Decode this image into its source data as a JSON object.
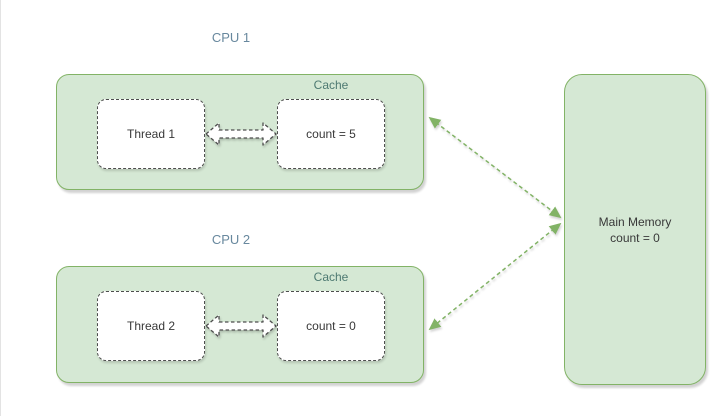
{
  "diagram": {
    "cpu1": {
      "title": "CPU 1",
      "cache_label": "Cache",
      "thread_label": "Thread 1",
      "count_value": "count = 5"
    },
    "cpu2": {
      "title": "CPU 2",
      "cache_label": "Cache",
      "thread_label": "Thread 2",
      "count_value": "count = 0"
    },
    "main_memory": {
      "title": "Main Memory",
      "count_value": "count = 0"
    },
    "colors": {
      "shape_fill": "#d5e8d4",
      "shape_stroke": "#82b366",
      "cpu_title_text": "#68889e",
      "cache_label_text": "#4e7a72",
      "body_text": "#383838",
      "dashed_shape_stroke": "#4d4d4d"
    }
  }
}
